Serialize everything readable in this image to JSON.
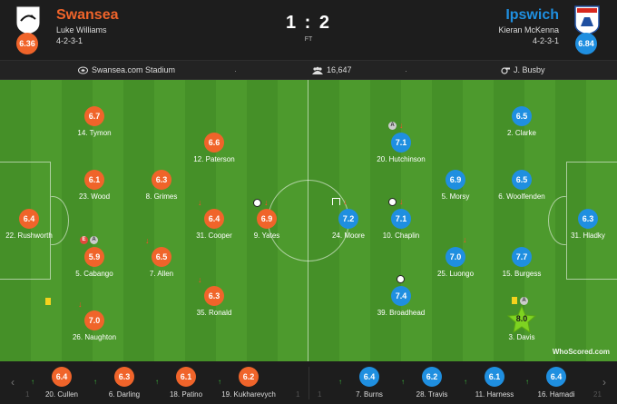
{
  "home": {
    "name": "Swansea",
    "manager": "Luke Williams",
    "formation": "4-2-3-1",
    "rating": "6.36",
    "color": "#f0642a"
  },
  "away": {
    "name": "Ipswich",
    "manager": "Kieran McKenna",
    "formation": "4-2-3-1",
    "rating": "6.84",
    "color": "#1f8fe0"
  },
  "score": "1 : 2",
  "status": "FT",
  "info": {
    "stadium": "Swansea.com Stadium",
    "attendance": "16,647",
    "referee": "J. Busby"
  },
  "home_players": [
    {
      "num": "14.",
      "name": "Tymon",
      "rating": "6.7"
    },
    {
      "num": "12.",
      "name": "Paterson",
      "rating": "6.6"
    },
    {
      "num": "23.",
      "name": "Wood",
      "rating": "6.1"
    },
    {
      "num": "8.",
      "name": "Grimes",
      "rating": "6.3"
    },
    {
      "num": "22.",
      "name": "Rushworth",
      "rating": "6.4"
    },
    {
      "num": "31.",
      "name": "Cooper",
      "rating": "6.4"
    },
    {
      "num": "9.",
      "name": "Yates",
      "rating": "6.9"
    },
    {
      "num": "5.",
      "name": "Cabango",
      "rating": "5.9"
    },
    {
      "num": "7.",
      "name": "Allen",
      "rating": "6.5"
    },
    {
      "num": "35.",
      "name": "Ronald",
      "rating": "6.3"
    },
    {
      "num": "26.",
      "name": "Naughton",
      "rating": "7.0"
    }
  ],
  "away_players": [
    {
      "num": "20.",
      "name": "Hutchinson",
      "rating": "7.1"
    },
    {
      "num": "2.",
      "name": "Clarke",
      "rating": "6.5"
    },
    {
      "num": "5.",
      "name": "Morsy",
      "rating": "6.9"
    },
    {
      "num": "6.",
      "name": "Woolfenden",
      "rating": "6.5"
    },
    {
      "num": "24.",
      "name": "Moore",
      "rating": "7.2"
    },
    {
      "num": "10.",
      "name": "Chaplin",
      "rating": "7.1"
    },
    {
      "num": "31.",
      "name": "Hladky",
      "rating": "6.3"
    },
    {
      "num": "25.",
      "name": "Luongo",
      "rating": "7.0"
    },
    {
      "num": "15.",
      "name": "Burgess",
      "rating": "7.7"
    },
    {
      "num": "39.",
      "name": "Broadhead",
      "rating": "7.4"
    },
    {
      "num": "3.",
      "name": "Davis",
      "rating": "8.0"
    }
  ],
  "event_labels": {
    "assist": "A",
    "error": "E",
    "sub_off": "↓",
    "sub_on": "↑"
  },
  "home_subs": [
    {
      "num": "20.",
      "name": "Cullen",
      "rating": "6.4"
    },
    {
      "num": "6.",
      "name": "Darling",
      "rating": "6.3"
    },
    {
      "num": "18.",
      "name": "Patino",
      "rating": "6.1"
    },
    {
      "num": "19.",
      "name": "Kukharevych",
      "rating": "6.2"
    }
  ],
  "away_subs": [
    {
      "num": "7.",
      "name": "Burns",
      "rating": "6.4"
    },
    {
      "num": "28.",
      "name": "Travis",
      "rating": "6.2"
    },
    {
      "num": "11.",
      "name": "Harness",
      "rating": "6.1"
    },
    {
      "num": "16.",
      "name": "Hamadi",
      "rating": "6.4"
    }
  ],
  "bench_edge": {
    "left_faded": "1",
    "mid_faded_left": "1",
    "mid_faded_right": "1",
    "right_faded": "21"
  },
  "nav": {
    "prev": "‹",
    "next": "›"
  },
  "watermark": "WhoScored.com"
}
